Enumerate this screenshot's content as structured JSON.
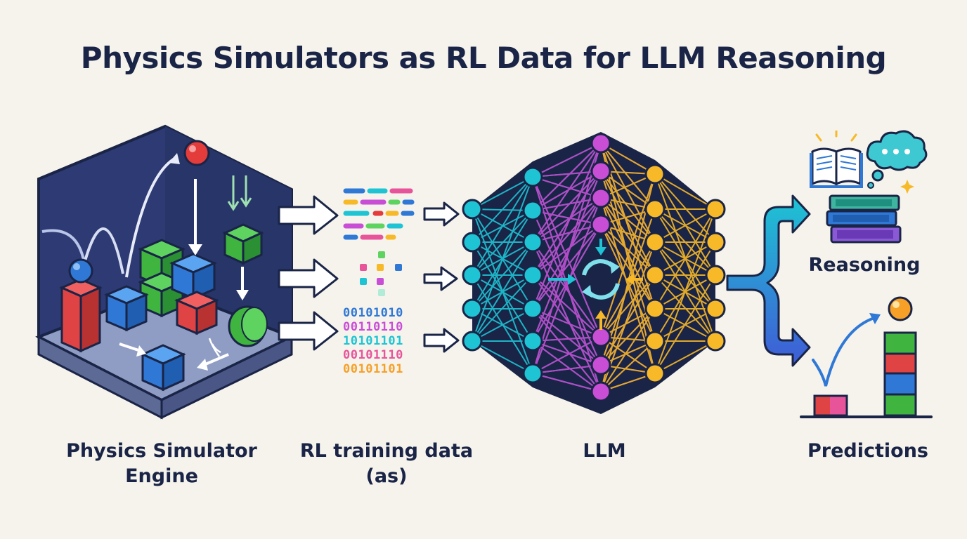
{
  "title": "Physics Simulators as RL Data for LLM Reasoning",
  "labels": {
    "simulator_line1": "Physics Simulator",
    "simulator_line2": "Engine",
    "rl_line1": "RL training data",
    "rl_line2": "(as)",
    "llm": "LLM",
    "reasoning": "Reasoning",
    "predictions": "Predictions"
  },
  "binary_rows": [
    "00101010",
    "00110110",
    "10101101",
    "00101110",
    "00101101"
  ],
  "colors": {
    "background": "#f5f3ec",
    "title": "#1a2446",
    "cyan": "#1ec4d4",
    "magenta": "#c94ed6",
    "yellow": "#f7b928",
    "navy": "#1a2446"
  },
  "icons": [
    "physics-cube-scene-icon",
    "arrow-icon",
    "code-lines-icon",
    "binary-data-icon",
    "neural-network-icon",
    "sync-icon",
    "book-icon",
    "thought-bubble-icon",
    "book-stack-icon",
    "block-tower-icon"
  ]
}
